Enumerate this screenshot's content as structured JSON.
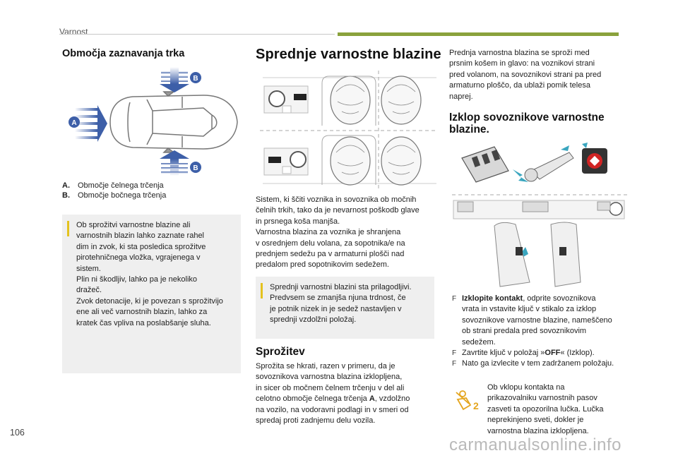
{
  "header": {
    "section": "Varnost"
  },
  "page_number": "106",
  "watermark": "carmanualsonline.info",
  "left_col": {
    "title": "Območja zaznavanja trka",
    "diagram_labels": {
      "a": "A",
      "b_top": "B",
      "b_bottom": "B"
    },
    "legend": [
      {
        "key": "A.",
        "text": "Območje čelnega trčenja"
      },
      {
        "key": "B.",
        "text": "Območje bočnega trčenja"
      }
    ],
    "note_lines": [
      "Ob sprožitvi varnostne blazine ali",
      "varnostnih blazin lahko zaznate rahel",
      "dim in zvok, ki sta posledica sprožitve",
      "pirotehničnega vložka, vgrajenega v",
      "sistem.",
      "Plin ni škodljiv, lahko pa je nekoliko",
      "dražeč.",
      "Zvok detonacije, ki je povezan s sprožitvijo",
      "ene ali več varnostnih blazin, lahko za",
      "kratek čas vpliva na poslabšanje sluha."
    ]
  },
  "mid_col": {
    "title": "Sprednje varnostne blazine",
    "body_lines": [
      "Sistem, ki ščiti voznika in sovoznika ob močnih",
      "čelnih trkih, tako da je nevarnost poškodb glave",
      "in prsnega koša manjša.",
      "Varnostna blazina za voznika je shranjena",
      "v osrednjem delu volana, za sopotnika/e na",
      "prednjem sedežu pa v armaturni plošči nad",
      "predalom pred sopotnikovim sedežem."
    ],
    "note_lines": [
      "Sprednji varnostni blazini sta prilagodljivi.",
      "Predvsem se zmanjša njuna trdnost, če",
      "je potnik nizek in je sedež nastavljen v",
      "sprednji vzdolžni položaj."
    ],
    "sub_title": "Sprožitev",
    "sub_lines": [
      "Sprožita se hkrati, razen v primeru, da je",
      "sovoznikova varnostna blazina izklopljena,",
      "in sicer ob močnem čelnem trčenju v del ali",
      "celotno območje čelnega trčenja",
      "na vozilo, na vodoravni podlagi in v smeri od",
      "spredaj proti zadnjemu delu vozila."
    ],
    "sub_line4_bold": "A",
    "sub_line4_tail": ", vzdolžno"
  },
  "right_col": {
    "intro_lines": [
      "Prednja varnostna blazina se sproži med",
      "prsnim košem in glavo: na voznikovi strani",
      "pred volanom, na sovoznikovi strani pa pred",
      "armaturno ploščo, da ublaži pomik telesa",
      "naprej."
    ],
    "title_line1": "Izklop sovoznikove varnostne",
    "title_line2": "blazine.",
    "steps": {
      "s1_bold": "Izklopite kontakt",
      "s1_lines": [
        ", odprite sovoznikova",
        "vrata in vstavite ključ v stikalo za izklop",
        "sovoznikove varnostne blazine, nameščeno",
        "ob strani predala pred sovoznikovim",
        "sedežem."
      ],
      "s2_pre": "Zavrtite ključ v položaj »",
      "s2_bold": "OFF",
      "s2_post": "« (Izklop).",
      "s3": "Nato ga izvlecite v tem zadržanem položaju."
    },
    "bullet_symbol": "F",
    "warning_lines": [
      "Ob vklopu kontakta na",
      "prikazovalniku varnostnih pasov",
      "zasveti ta opozorilna lučka. Lučka",
      "neprekinjeno sveti, dokler je",
      "varnostna blazina izklopljena."
    ]
  }
}
